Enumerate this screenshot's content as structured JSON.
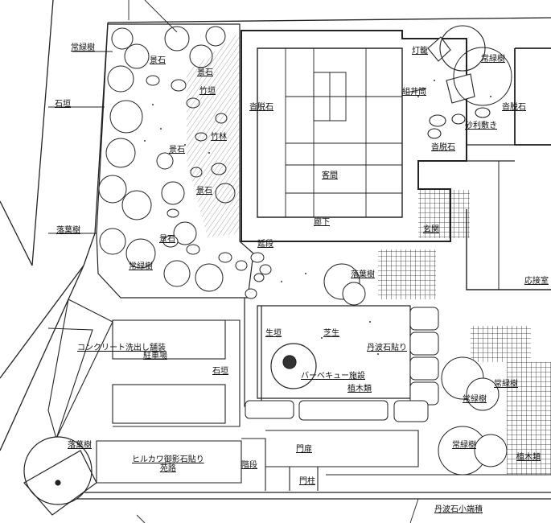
{
  "labels": {
    "evergreen_top": "常緑樹",
    "stone_wall": "石垣",
    "deciduous_left": "落葉樹",
    "rock_top": "景石",
    "rock_top2": "景石",
    "fence": "竹垣",
    "rock_mid": "景石",
    "rock_lower": "景石",
    "rock_lower2": "景石",
    "bamboo": "竹林",
    "evergreen_lower": "常緑樹",
    "step_stone_left": "沓脱石",
    "lantern": "灯籠",
    "evergreen_right_top": "常緑樹",
    "well_frame": "組井筒",
    "step_stone_right": "沓脱石",
    "gravel": "砂利敷き",
    "step_stone_mid": "沓脱石",
    "guest_room": "客間",
    "corridor": "廊下",
    "extension_step": "延段",
    "entrance": "玄関",
    "reception": "応接室",
    "deciduous_mid": "落葉樹",
    "concrete": "コンクリート洗出し舗装",
    "parking": "駐車場",
    "hedge": "生垣",
    "lawn": "芝生",
    "tamba_paving": "丹波石貼り",
    "stone_wall_low": "石垣",
    "bbq": "バーベキュー施設",
    "shrubs": "植木類",
    "evergreen_right_mid": "常緑樹",
    "evergreen_right_low": "常緑樹",
    "shrubs_right": "植木類",
    "deciduous_bottom": "落葉樹",
    "evergreen_corner": "常緑樹",
    "path": "ヒルカワ御影石貼り\n苑路",
    "stairs": "階段",
    "gate": "門扉",
    "gate_post": "門柱",
    "tamba_wall": "丹波石小端積"
  }
}
